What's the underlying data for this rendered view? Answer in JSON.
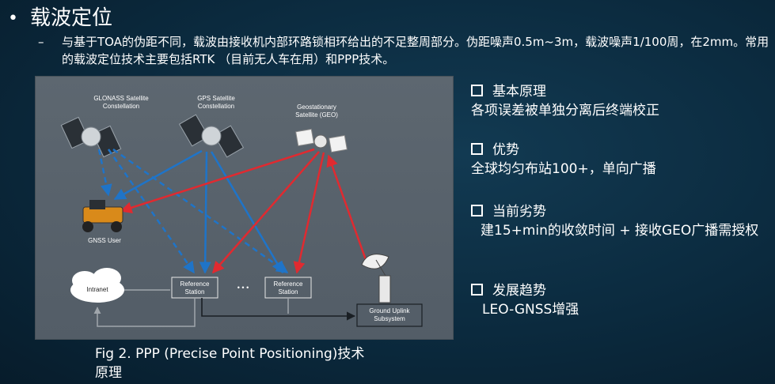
{
  "slide": {
    "bullet": "•",
    "title": "载波定位",
    "sub_dash": "–",
    "sub_text": "与基于TOA的伪距不同，载波由接收机内部环路锁相环给出的不足整周部分。伪距噪声0.5m~3m，载波噪声1/100周，在2mm。常用的载波定位技术主要包括RTK （目前无人车在用）和PPP技术。"
  },
  "figure": {
    "glonass_line1": "GLONASS Satellite",
    "glonass_line2": "Constellation",
    "gps_line1": "GPS Satellite",
    "gps_line2": "Constellation",
    "geo_line1": "Geostationary",
    "geo_line2": "Satellite (GEO)",
    "gnss_user": "GNSS User",
    "intranet": "Intranet",
    "ref1_line1": "Reference",
    "ref1_line2": "Station",
    "dots": "• • •",
    "ref2_line1": "Reference",
    "ref2_line2": "Station",
    "uplink_line1": "Ground Uplink",
    "uplink_line2": "Subsystem",
    "colors": {
      "blue": "#1f74c8",
      "red": "#e02a30",
      "gray": "#a0a6ac"
    }
  },
  "caption": {
    "line1": "Fig 2.  PPP (Precise Point Positioning)技术",
    "line2": "原理"
  },
  "right": {
    "sections": [
      {
        "heading": "基本原理",
        "body": "各项误差被单独分离后终端校正"
      },
      {
        "heading": "优势",
        "body": "全球均匀布站100+，单向广播"
      },
      {
        "heading": "当前劣势",
        "body": "建15+min的收敛时间 + 接收GEO广播需授权"
      },
      {
        "heading": "发展趋势",
        "body": "LEO-GNSS增强"
      }
    ]
  }
}
